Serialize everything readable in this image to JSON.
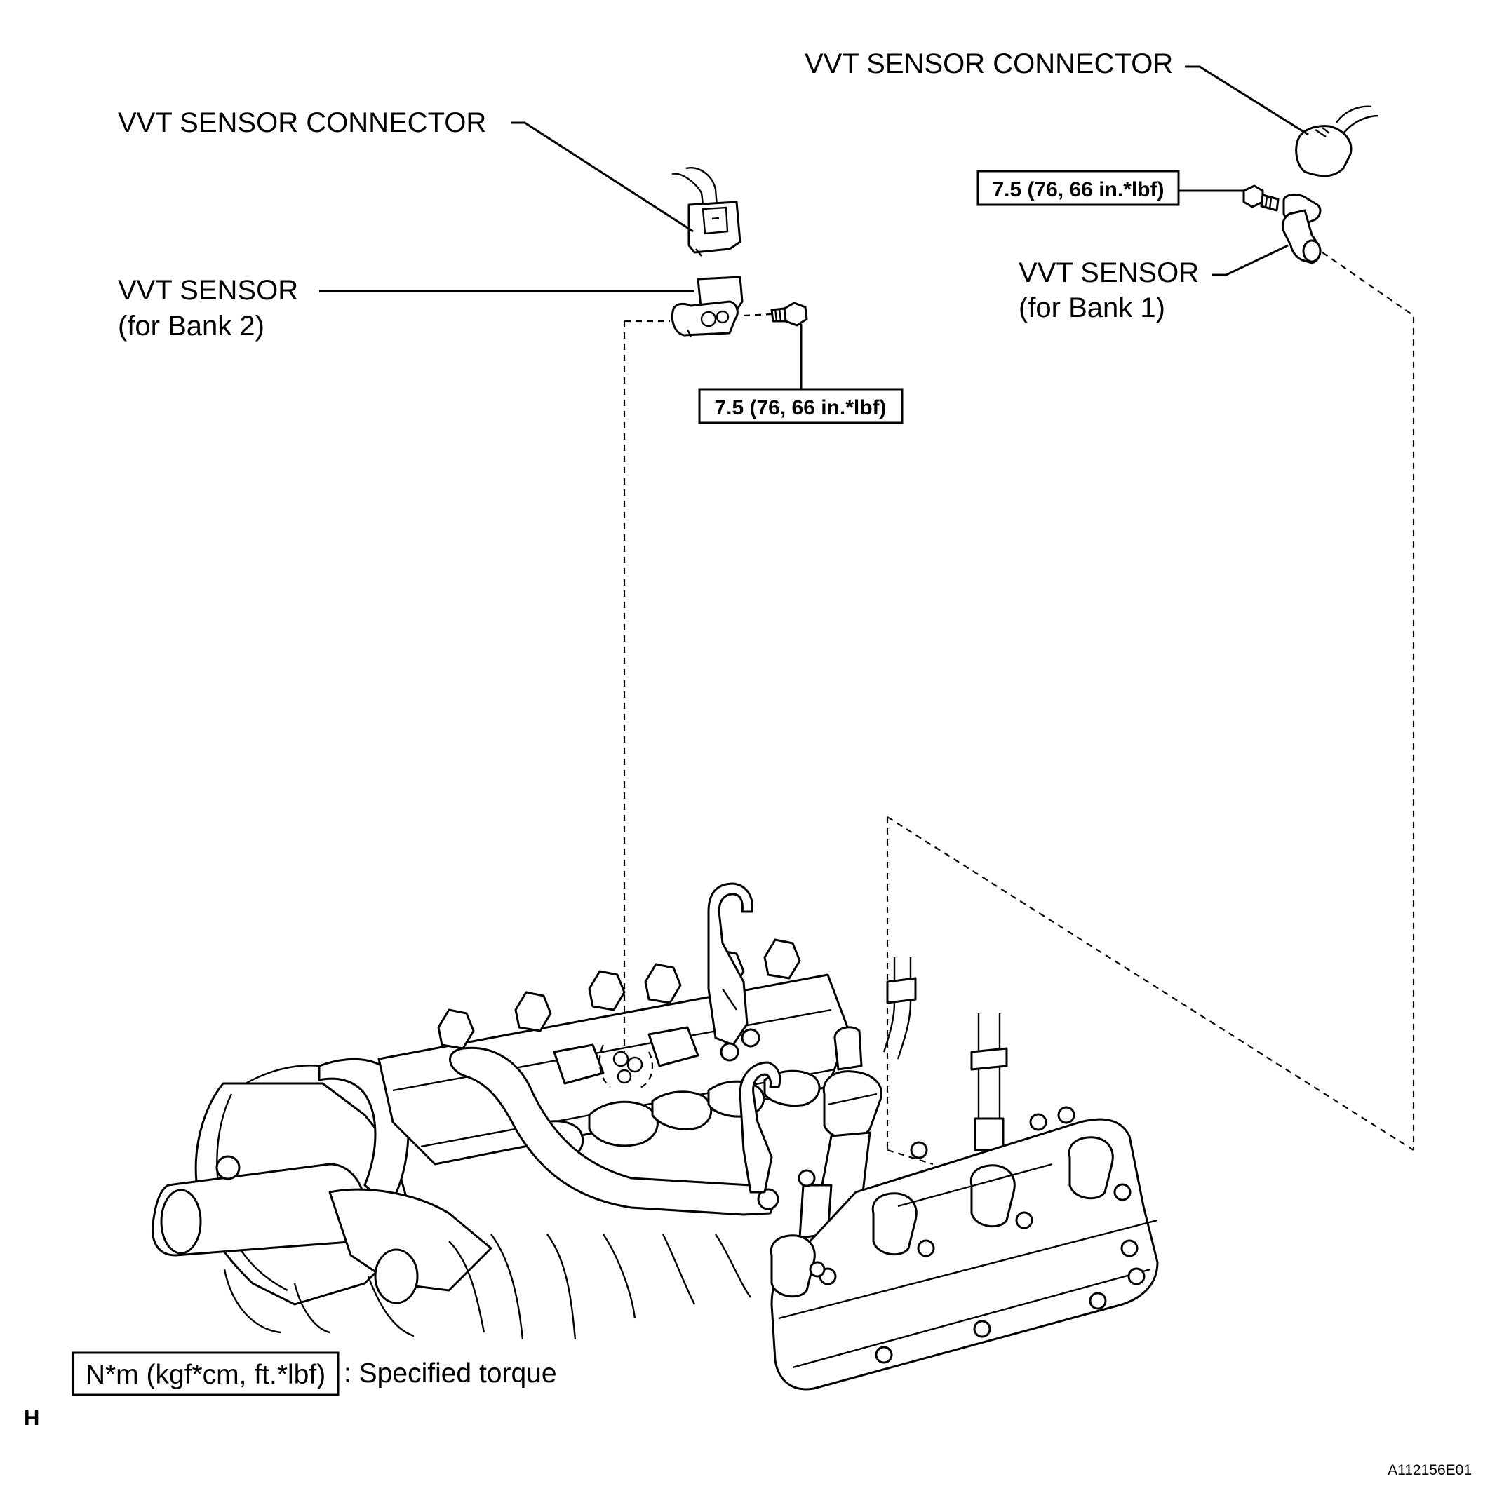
{
  "labels": {
    "connector_bank2": "VVT SENSOR CONNECTOR",
    "connector_bank1": "VVT SENSOR CONNECTOR",
    "sensor_bank2_line1": "VVT SENSOR",
    "sensor_bank2_line2": "(for Bank 2)",
    "sensor_bank1_line1": "VVT SENSOR",
    "sensor_bank1_line2": "(for Bank 1)"
  },
  "torque": {
    "bank1": "7.5 (76, 66 in.*lbf)",
    "bank2": "7.5 (76, 66 in.*lbf)"
  },
  "legend": {
    "unit_box": "N*m (kgf*cm, ft.*lbf)",
    "description": ": Specified torque"
  },
  "footer": {
    "corner_mark": "H",
    "figure_code": "A112156E01"
  }
}
